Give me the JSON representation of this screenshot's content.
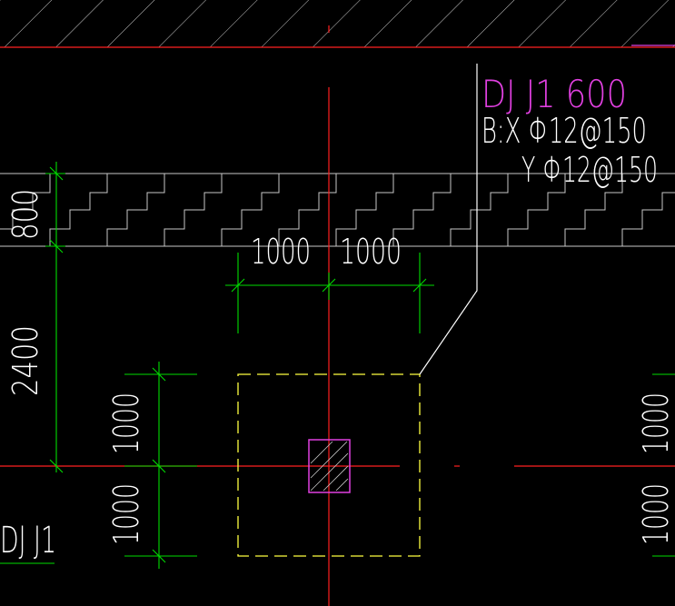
{
  "footing": {
    "name": "DJ J1 600",
    "rebar_x": "B:X Φ12@150",
    "rebar_y": "Y Φ12@150",
    "partial_label": "DJ J1"
  },
  "dimensions": {
    "band_height": "800",
    "band_to_axis": "2400",
    "top_left_half": "1000",
    "top_right_half": "1000",
    "left_upper_half": "1000",
    "left_lower_half": "1000",
    "right_upper_half": "1000",
    "right_lower_half": "1000"
  },
  "colors": {
    "background": "#000000",
    "axis": "#ff2020",
    "dimension": "#00dd00",
    "footing_outline": "#ffff40",
    "column": "#e040e0",
    "leader": "#ffffff",
    "hatch": "#c8c8c8",
    "footing_label": "#e040e0",
    "rebar_label": "#ffffff"
  }
}
